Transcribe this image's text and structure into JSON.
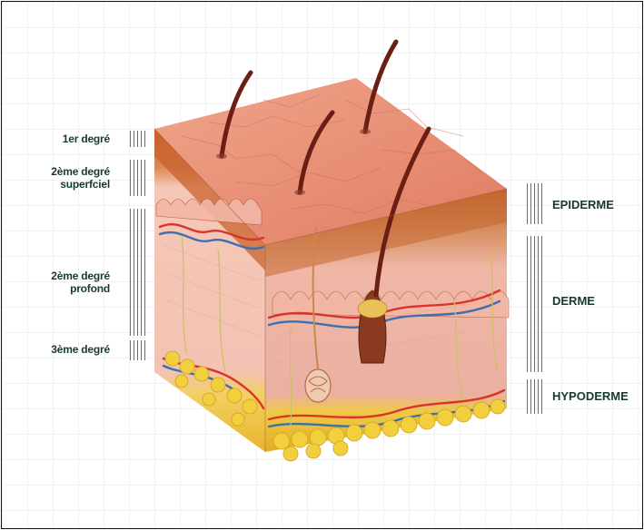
{
  "burn_degrees": {
    "first": "1er degré",
    "second_superficial_line1": "2ème degré",
    "second_superficial_line2": "superfciel",
    "second_deep_line1": "2ème degré",
    "second_deep_line2": "profond",
    "third": "3ème degré"
  },
  "skin_layers": {
    "epidermis": "EPIDERME",
    "dermis": "DERME",
    "hypodermis": "HYPODERME"
  },
  "colors": {
    "label_text": "#163a30",
    "skin_surface": "#e8826a",
    "epidermis": "#d77a4e",
    "dermis": "#f4c9bc",
    "fat": "#f1cc3e",
    "artery": "#d9342b",
    "vein": "#3a6fb0"
  }
}
